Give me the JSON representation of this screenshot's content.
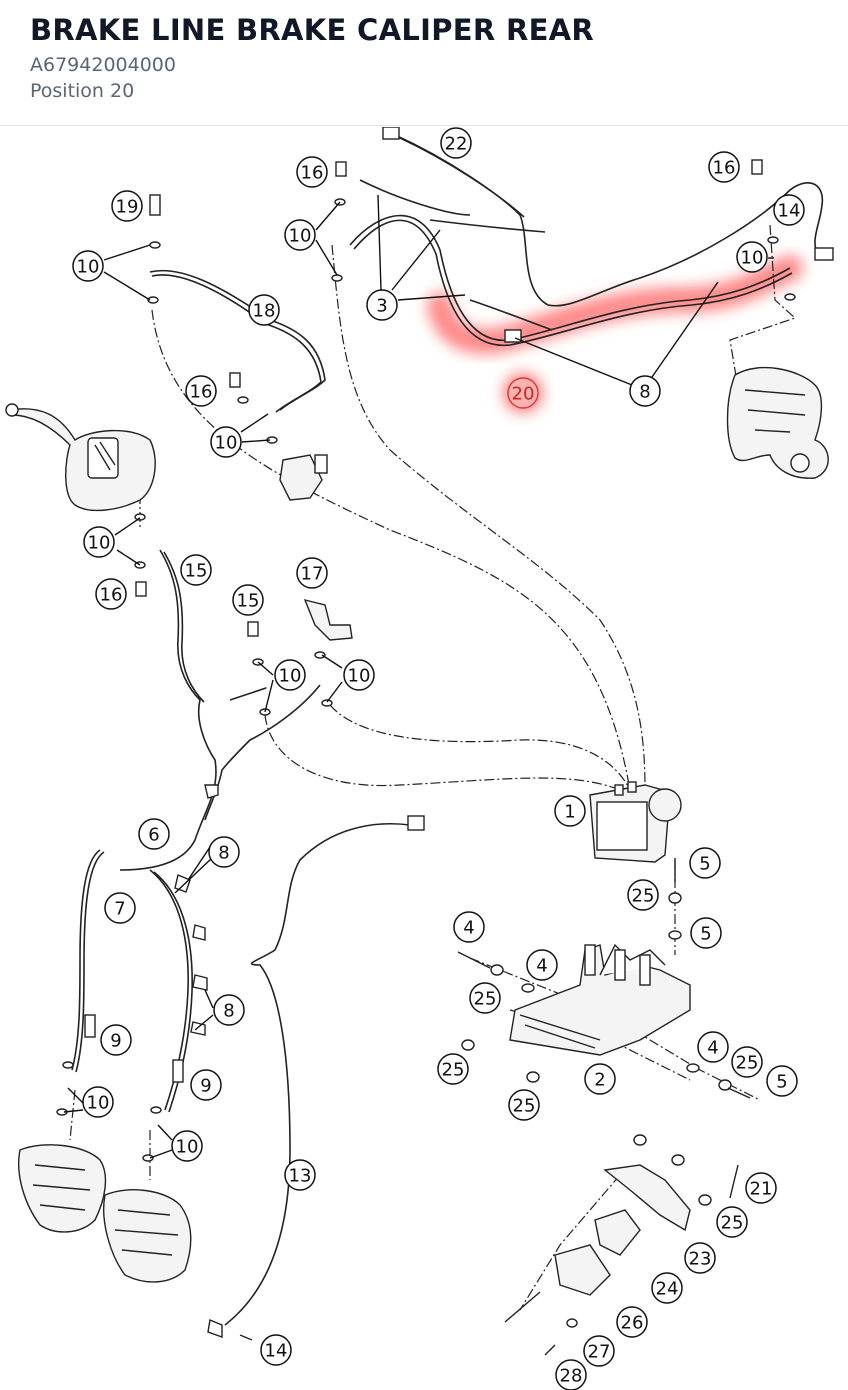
{
  "header": {
    "title": "BRAKE LINE BRAKE CALIPER REAR",
    "part_number": "A67942004000",
    "position": "Position 20"
  },
  "diagram": {
    "highlighted_callout": "20",
    "highlight_color": "#ff2a2a",
    "callouts": [
      {
        "id": "c22",
        "label": "22"
      },
      {
        "id": "c16a",
        "label": "16"
      },
      {
        "id": "c16b",
        "label": "16"
      },
      {
        "id": "c19",
        "label": "19"
      },
      {
        "id": "c10a",
        "label": "10"
      },
      {
        "id": "c10b",
        "label": "10"
      },
      {
        "id": "c14a",
        "label": "14"
      },
      {
        "id": "c10c",
        "label": "10"
      },
      {
        "id": "c18",
        "label": "18"
      },
      {
        "id": "c3",
        "label": "3"
      },
      {
        "id": "c20",
        "label": "20"
      },
      {
        "id": "c8a",
        "label": "8"
      },
      {
        "id": "c16c",
        "label": "16"
      },
      {
        "id": "c10d",
        "label": "10"
      },
      {
        "id": "c10e",
        "label": "10"
      },
      {
        "id": "c16d",
        "label": "16"
      },
      {
        "id": "c15a",
        "label": "15"
      },
      {
        "id": "c17",
        "label": "17"
      },
      {
        "id": "c15b",
        "label": "15"
      },
      {
        "id": "c10f",
        "label": "10"
      },
      {
        "id": "c10g",
        "label": "10"
      },
      {
        "id": "c1",
        "label": "1"
      },
      {
        "id": "c6",
        "label": "6"
      },
      {
        "id": "c8b",
        "label": "8"
      },
      {
        "id": "c5a",
        "label": "5"
      },
      {
        "id": "c7",
        "label": "7"
      },
      {
        "id": "c25a",
        "label": "25"
      },
      {
        "id": "c4a",
        "label": "4"
      },
      {
        "id": "c5b",
        "label": "5"
      },
      {
        "id": "c4b",
        "label": "4"
      },
      {
        "id": "c25b",
        "label": "25"
      },
      {
        "id": "c8c",
        "label": "8"
      },
      {
        "id": "c9a",
        "label": "9"
      },
      {
        "id": "c4c",
        "label": "4"
      },
      {
        "id": "c25c",
        "label": "25"
      },
      {
        "id": "c25d",
        "label": "25"
      },
      {
        "id": "c2",
        "label": "2"
      },
      {
        "id": "c5c",
        "label": "5"
      },
      {
        "id": "c9b",
        "label": "9"
      },
      {
        "id": "c10h",
        "label": "10"
      },
      {
        "id": "c25e",
        "label": "25"
      },
      {
        "id": "c10i",
        "label": "10"
      },
      {
        "id": "c13",
        "label": "13"
      },
      {
        "id": "c21",
        "label": "21"
      },
      {
        "id": "c25f",
        "label": "25"
      },
      {
        "id": "c23",
        "label": "23"
      },
      {
        "id": "c24",
        "label": "24"
      },
      {
        "id": "c26",
        "label": "26"
      },
      {
        "id": "c14b",
        "label": "14"
      },
      {
        "id": "c27",
        "label": "27"
      },
      {
        "id": "c28",
        "label": "28"
      }
    ]
  }
}
